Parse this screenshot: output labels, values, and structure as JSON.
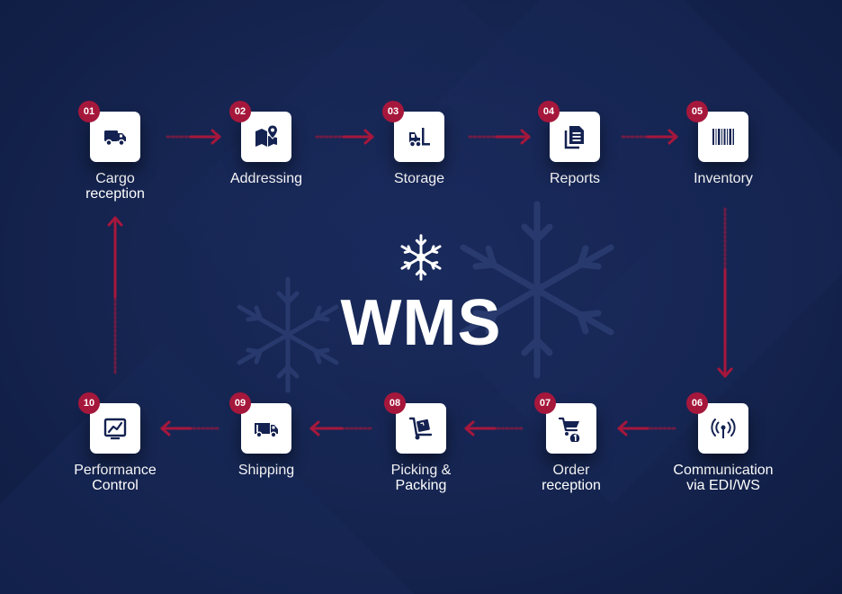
{
  "title": "WMS",
  "accent_color": "#a6173c",
  "background_color": "#142251",
  "steps": [
    {
      "number": "01",
      "label": "Cargo\nreception",
      "icon": "truck-icon"
    },
    {
      "number": "02",
      "label": "Addressing",
      "icon": "map-pin-icon"
    },
    {
      "number": "03",
      "label": "Storage",
      "icon": "forklift-icon"
    },
    {
      "number": "04",
      "label": "Reports",
      "icon": "document-icon"
    },
    {
      "number": "05",
      "label": "Inventory",
      "icon": "barcode-icon"
    },
    {
      "number": "06",
      "label": "Communication\nvia EDI/WS",
      "icon": "signal-icon"
    },
    {
      "number": "07",
      "label": "Order\nreception",
      "icon": "cart-icon"
    },
    {
      "number": "08",
      "label": "Picking &\nPacking",
      "icon": "hand-truck-icon"
    },
    {
      "number": "09",
      "label": "Shipping",
      "icon": "delivery-truck-icon"
    },
    {
      "number": "10",
      "label": "Performance\nControl",
      "icon": "chart-icon"
    }
  ]
}
